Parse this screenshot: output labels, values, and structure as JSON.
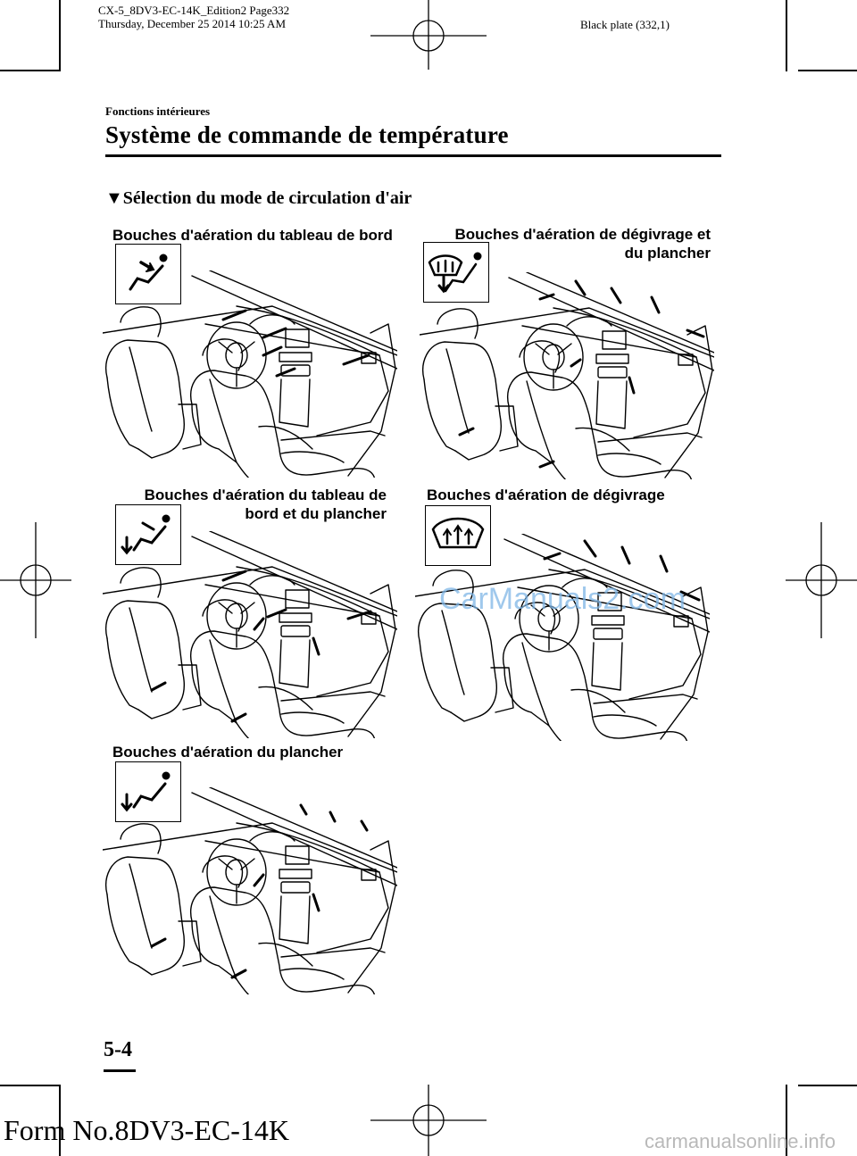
{
  "header": {
    "meta_line1": "CX-5_8DV3-EC-14K_Edition2 Page332",
    "meta_line2": "Thursday, December 25 2014 10:25 AM",
    "plate": "Black plate (332,1)"
  },
  "section": {
    "small": "Fonctions intérieures",
    "title": "Système de commande de température"
  },
  "subsection": {
    "marker": "▼",
    "title": "Sélection du mode de circulation d'air"
  },
  "modes": [
    {
      "caption": "Bouches d'aération du tableau de bord",
      "icon": "face-vent-icon"
    },
    {
      "caption_line1": "Bouches d'aération de dégivrage et",
      "caption_line2": "du plancher",
      "icon": "defrost-floor-icon"
    },
    {
      "caption_line1": "Bouches d'aération du tableau de",
      "caption_line2": "bord et du plancher",
      "icon": "bilevel-vent-icon"
    },
    {
      "caption": "Bouches d'aération de dégivrage",
      "icon": "defrost-icon"
    },
    {
      "caption": "Bouches d'aération du plancher",
      "icon": "floor-vent-icon"
    }
  ],
  "watermark": "CarManuals2.com",
  "page_number": "5-4",
  "form_number": "Form No.8DV3-EC-14K",
  "footer_site": "carmanualsonline.info"
}
